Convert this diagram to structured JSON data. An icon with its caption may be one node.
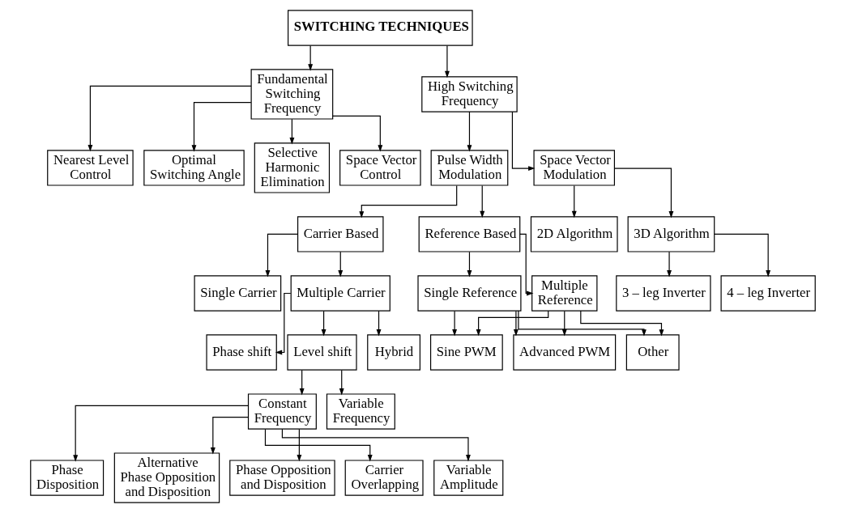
{
  "diagram": {
    "nodes": [
      {
        "text": [
          "SWITCHING TECHNIQUES"
        ]
      },
      {
        "text": [
          "Fundamental Switching Frequency"
        ]
      },
      {
        "text": [
          "High Switching Frequency"
        ]
      },
      {
        "text": [
          "Selective Harmonic Elimination"
        ]
      },
      {
        "text": [
          "Space Vector Control"
        ]
      },
      {
        "text": [
          "Nearest Level Control"
        ]
      },
      {
        "text": [
          "Optimal Switching Angle"
        ]
      },
      {
        "text": [
          "Pulse Width Modulation"
        ]
      },
      {
        "text": [
          "Space Vector Modulation"
        ]
      },
      {
        "text": [
          "Carrier Based"
        ]
      },
      {
        "text": [
          "Reference Based"
        ]
      },
      {
        "text": [
          "2D Algorithm"
        ]
      },
      {
        "text": [
          "3D Algorithm"
        ]
      },
      {
        "text": [
          "Single Carrier"
        ]
      },
      {
        "text": [
          "Multiple Carrier"
        ]
      },
      {
        "text": [
          "Single Reference"
        ]
      },
      {
        "text": [
          "Multiple Reference"
        ]
      },
      {
        "text": [
          "3 – leg Inverter"
        ]
      },
      {
        "text": [
          "4 – leg Inverter"
        ]
      },
      {
        "text": [
          "Phase shift"
        ]
      },
      {
        "text": [
          "Level shift"
        ]
      },
      {
        "text": [
          "Hybrid"
        ]
      },
      {
        "text": [
          "Sine PWM"
        ]
      },
      {
        "text": [
          "Advanced PWM"
        ]
      },
      {
        "text": [
          "Other"
        ]
      },
      {
        "text": [
          "Constant Frequency"
        ]
      },
      {
        "text": [
          "Variable Frequency"
        ]
      },
      {
        "text": [
          "Phase Disposition"
        ]
      },
      {
        "text": [
          "Alternative Phase Opposition and Disposition"
        ]
      },
      {
        "text": [
          "Phase Opposition and Disposition"
        ]
      },
      {
        "text": [
          "Carrier Overlapping"
        ]
      },
      {
        "text": [
          "Variable Amplitude"
        ]
      }
    ],
    "edges": [
      {
        "from": 0,
        "to": 1,
        "arrow": "to"
      },
      {
        "from": 0,
        "to": 2,
        "arrow": "to"
      },
      {
        "from": 1,
        "to": 3,
        "arrow": "to"
      },
      {
        "from": 1,
        "to": 4,
        "arrow": "to"
      },
      {
        "from": 1,
        "to": 5,
        "arrow": "to"
      },
      {
        "from": 1,
        "to": 6,
        "arrow": "to"
      },
      {
        "from": 2,
        "to": 7,
        "arrow": "to"
      },
      {
        "from": 2,
        "to": 8,
        "arrow": "to"
      },
      {
        "from": 7,
        "to": 9,
        "arrow": "to"
      },
      {
        "from": 7,
        "to": 10,
        "arrow": "to"
      },
      {
        "from": 8,
        "to": 11,
        "arrow": "to"
      },
      {
        "from": 8,
        "to": 12,
        "arrow": "to"
      },
      {
        "from": 9,
        "to": 13,
        "arrow": "to"
      },
      {
        "from": 9,
        "to": 14,
        "arrow": "to"
      },
      {
        "from": 10,
        "to": 15,
        "arrow": "to"
      },
      {
        "from": 10,
        "to": 16,
        "arrow": "to"
      },
      {
        "from": 12,
        "to": 17,
        "arrow": "to"
      },
      {
        "from": 12,
        "to": 18,
        "arrow": "to"
      },
      {
        "from": 14,
        "to": 19,
        "arrow": "to"
      },
      {
        "from": 14,
        "to": 20,
        "arrow": "to"
      },
      {
        "from": 14,
        "to": 21,
        "arrow": "to"
      },
      {
        "from": 15,
        "to": 22,
        "arrow": "to"
      },
      {
        "from": 15,
        "to": 23,
        "arrow": "to"
      },
      {
        "from": 15,
        "to": 24,
        "arrow": "to"
      },
      {
        "from": 16,
        "to": 22,
        "arrow": "to"
      },
      {
        "from": 16,
        "to": 23,
        "arrow": "to"
      },
      {
        "from": 16,
        "to": 24,
        "arrow": "to"
      },
      {
        "from": 20,
        "to": 25,
        "arrow": "to"
      },
      {
        "from": 20,
        "to": 26,
        "arrow": "to"
      },
      {
        "from": 25,
        "to": 27,
        "arrow": "to"
      },
      {
        "from": 25,
        "to": 28,
        "arrow": "to"
      },
      {
        "from": 25,
        "to": 29,
        "arrow": "to"
      },
      {
        "from": 25,
        "to": 30,
        "arrow": "to"
      },
      {
        "from": 25,
        "to": 31,
        "arrow": "to"
      }
    ]
  }
}
